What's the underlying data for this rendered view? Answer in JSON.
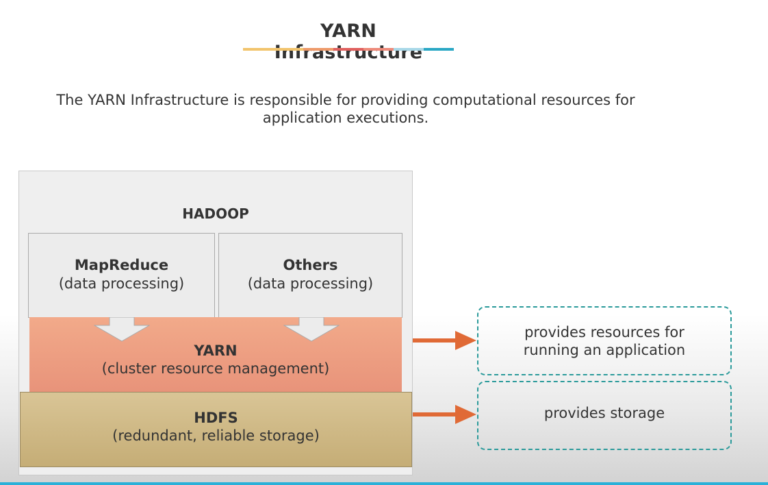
{
  "title": "YARN Infrastructure",
  "underline_colors": [
    "#f2c46d",
    "#f2c46d",
    "#ee9a6a",
    "#e0605e",
    "#ee8a7a",
    "#a8d8e8",
    "#2aa7c4"
  ],
  "subtitle": {
    "line1": "The YARN Infrastructure is responsible for providing computational resources for",
    "line2": "application executions."
  },
  "diagram": {
    "hadoop_label": "HADOOP",
    "mapreduce": {
      "name": "MapReduce",
      "sub": "(data processing)"
    },
    "others": {
      "name": "Others",
      "sub": "(data processing)"
    },
    "yarn": {
      "name": "YARN",
      "sub": "(cluster resource management)"
    },
    "hdfs": {
      "name": "HDFS",
      "sub": "(redundant, reliable storage)"
    },
    "yarn_desc": {
      "line1": "provides resources for",
      "line2": "running an application"
    },
    "hdfs_desc": "provides storage"
  },
  "colors": {
    "arrow": "#e06a36",
    "dashed_border": "#2a9a9a",
    "yarn_fill": "#f2aa8a",
    "hdfs_fill": "#d9c596",
    "accent_line": "#2ab0d8"
  }
}
